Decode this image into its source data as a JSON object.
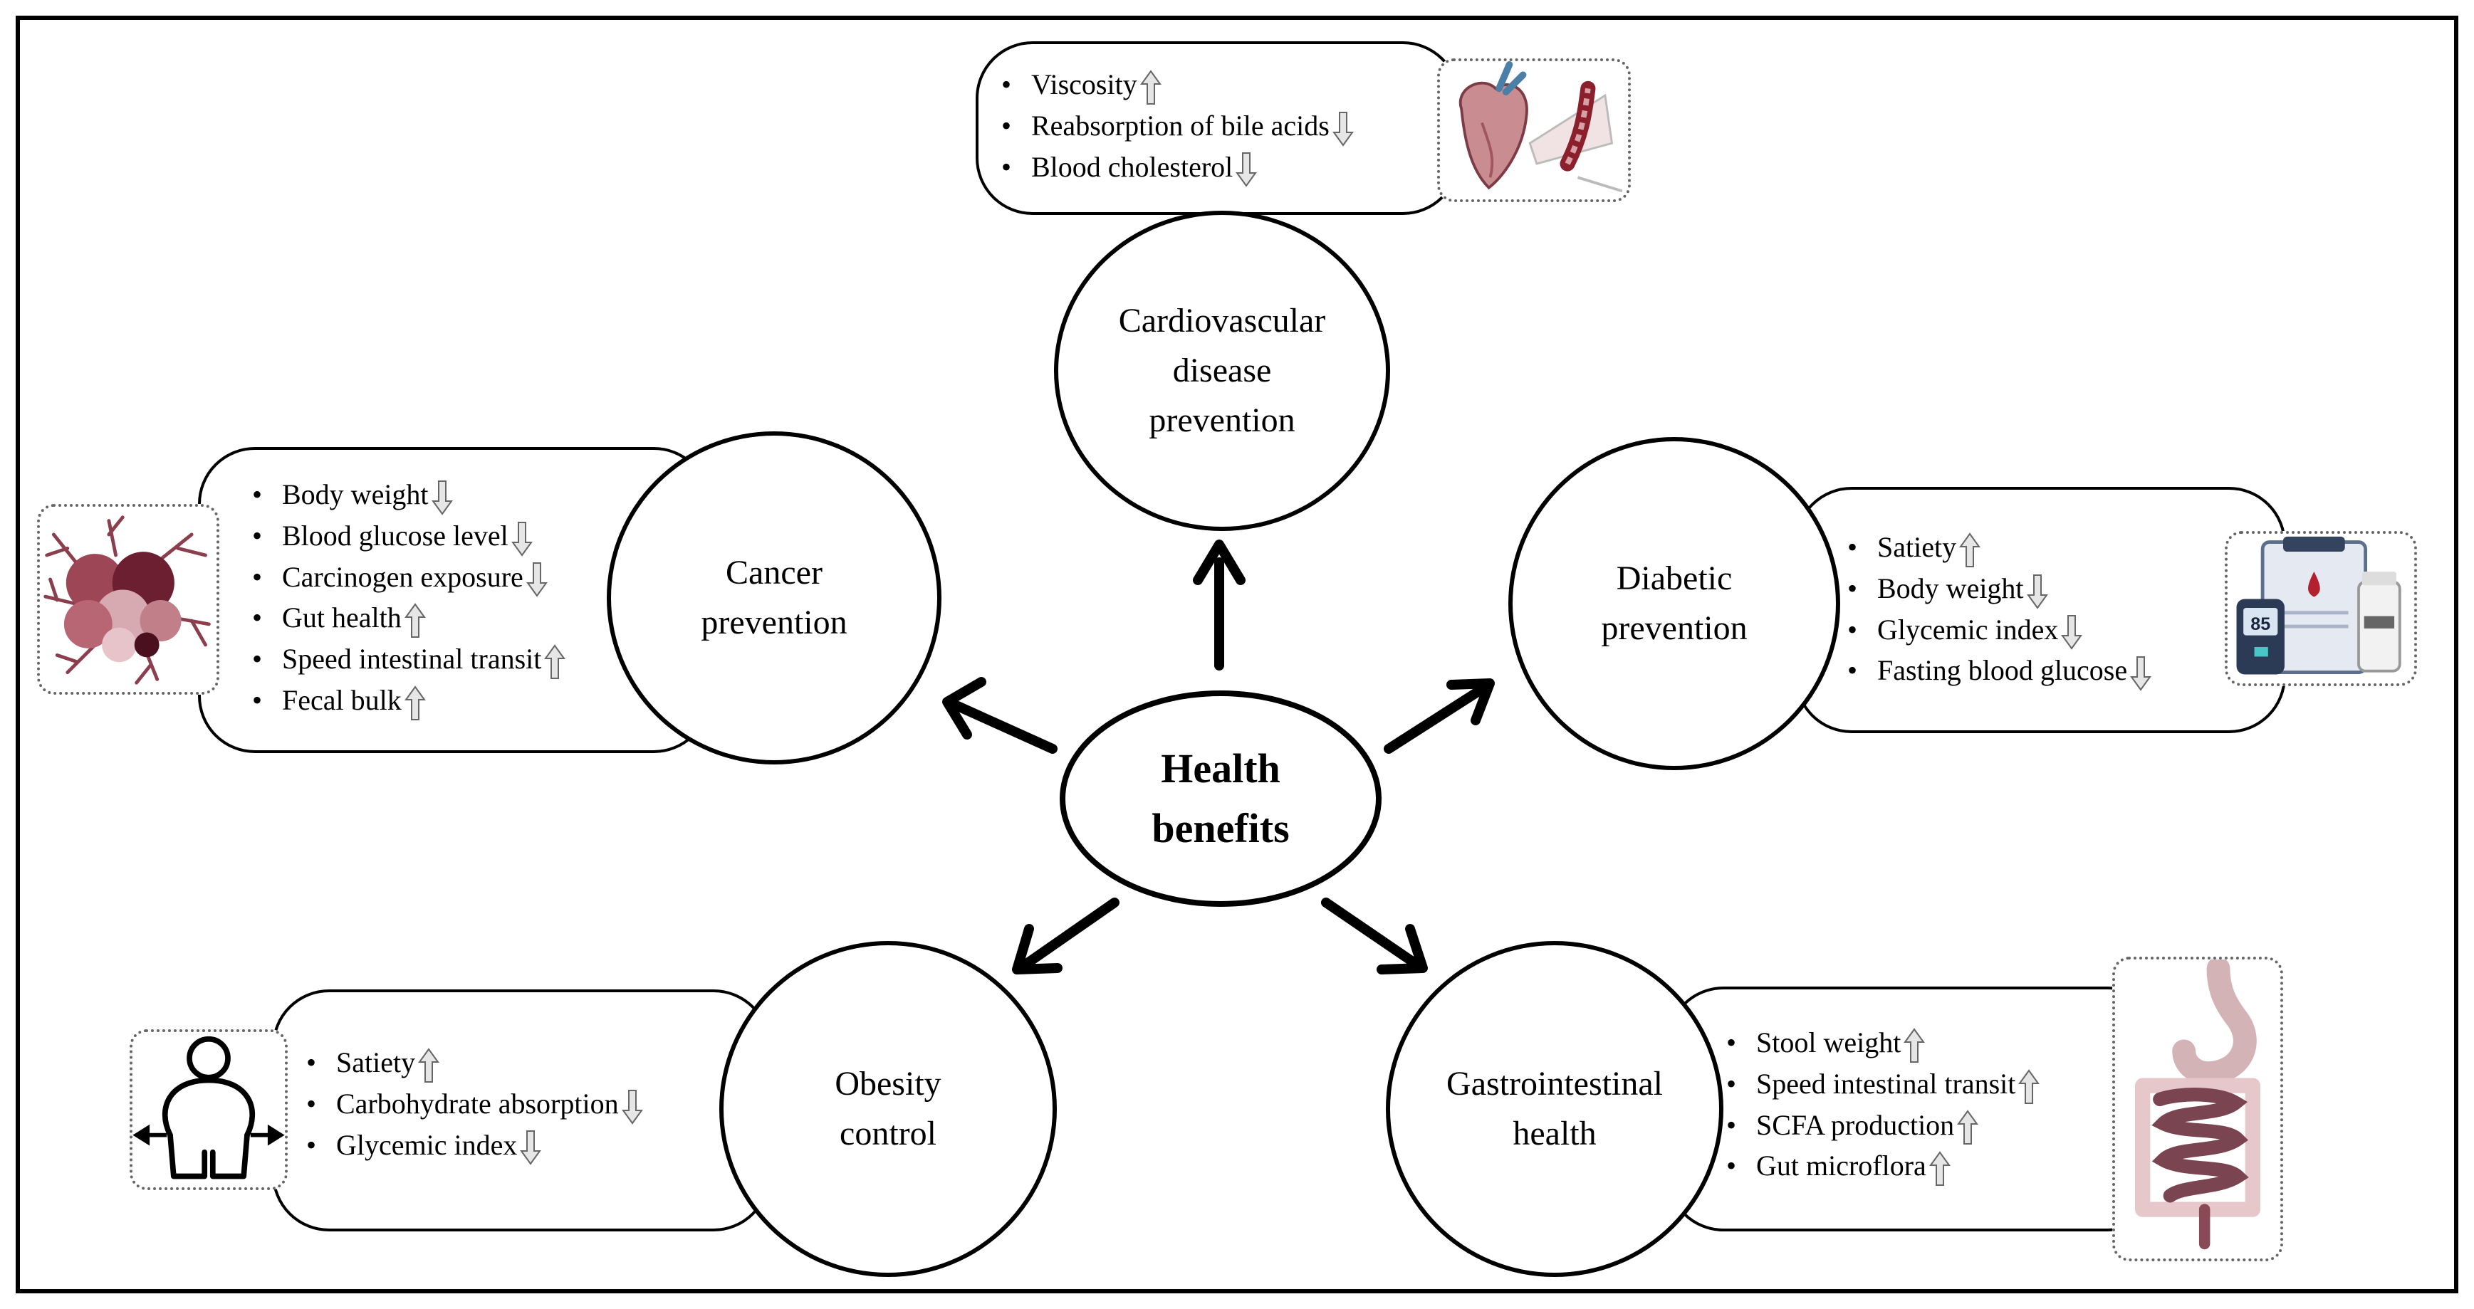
{
  "center": {
    "line1": "Health",
    "line2": "benefits"
  },
  "cardio": {
    "title": [
      "Cardiovascular",
      "disease",
      "prevention"
    ],
    "items": [
      {
        "text": "Viscosity",
        "dir": "up"
      },
      {
        "text": "Reabsorption of bile acids",
        "dir": "down"
      },
      {
        "text": "Blood cholesterol",
        "dir": "down"
      }
    ],
    "icon": "heart-artery-icon"
  },
  "cancer": {
    "title": [
      "Cancer",
      "prevention"
    ],
    "items": [
      {
        "text": "Body weight",
        "dir": "down"
      },
      {
        "text": "Blood glucose level",
        "dir": "down"
      },
      {
        "text": "Carcinogen exposure",
        "dir": "down"
      },
      {
        "text": "Gut health",
        "dir": "up"
      },
      {
        "text": "Speed intestinal transit",
        "dir": "up"
      },
      {
        "text": "Fecal bulk",
        "dir": "up"
      }
    ],
    "icon": "cancer-cells-icon"
  },
  "diabetic": {
    "title": [
      "Diabetic",
      "prevention"
    ],
    "items": [
      {
        "text": "Satiety",
        "dir": "up"
      },
      {
        "text": "Body weight",
        "dir": "down"
      },
      {
        "text": "Glycemic index",
        "dir": "down"
      },
      {
        "text": "Fasting blood glucose",
        "dir": "down"
      }
    ],
    "icon": "glucose-meter-icon",
    "meter_reading": "85"
  },
  "obesity": {
    "title": [
      "Obesity",
      "control"
    ],
    "items": [
      {
        "text": "Satiety",
        "dir": "up"
      },
      {
        "text": "Carbohydrate absorption",
        "dir": "down"
      },
      {
        "text": "Glycemic index",
        "dir": "down"
      }
    ],
    "icon": "obese-person-icon"
  },
  "gastro": {
    "title": [
      "Gastrointestinal",
      "health"
    ],
    "items": [
      {
        "text": "Stool weight",
        "dir": "up"
      },
      {
        "text": "Speed intestinal transit",
        "dir": "up"
      },
      {
        "text": "SCFA production",
        "dir": "up"
      },
      {
        "text": "Gut microflora",
        "dir": "up"
      }
    ],
    "icon": "intestine-icon"
  },
  "colors": {
    "arrow_fill": "#e6e6e6",
    "arrow_stroke": "#666666",
    "line": "#000000"
  }
}
